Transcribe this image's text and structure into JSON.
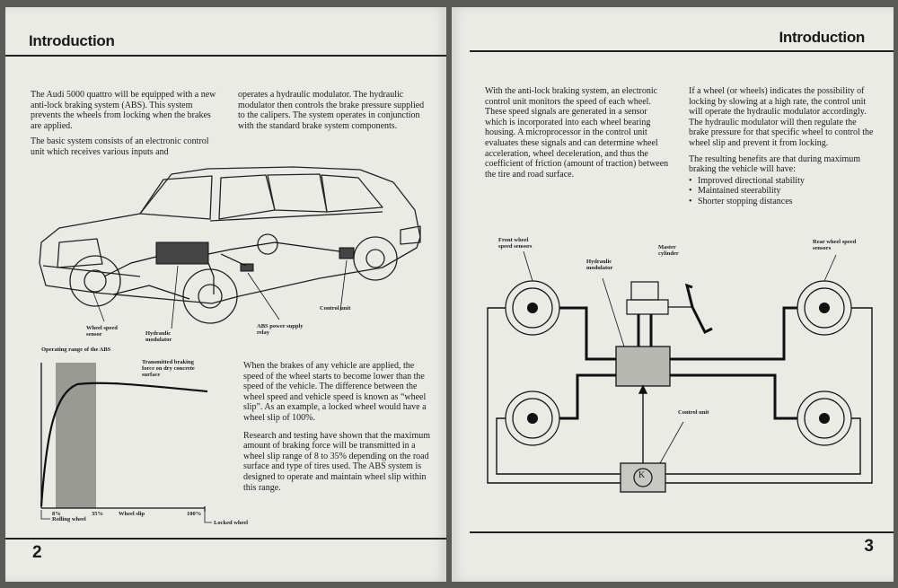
{
  "left_page": {
    "header": "Introduction",
    "page_number": "2",
    "col1": [
      "The Audi 5000 quattro will be equipped with a new anti-lock braking system (ABS). This system prevents the wheels from locking when the brakes are applied.",
      "The basic system consists of an electronic control unit which receives various inputs and"
    ],
    "col2": [
      "operates a hydraulic modulator. The hydraulic modulator then controls the brake pressure supplied to the calipers. The system operates in conjunction with the standard brake system components."
    ],
    "car_labels": {
      "wheel_speed_sensor": "Wheel speed sensor",
      "hydraulic_modulator": "Hydraulic modulator",
      "abs_power_supply_relay": "ABS power supply relay",
      "control_unit": "Control unit"
    },
    "graph": {
      "operating_range": "Operating range of the ABS",
      "transmitted_force": "Transmitted braking force on dry concrete surface",
      "tick_8": "8%",
      "tick_35": "35%",
      "tick_100": "100%",
      "xlabel": "Wheel slip",
      "rolling_wheel": "Rolling wheel",
      "locked_wheel": "Locked wheel"
    },
    "body": [
      "When the brakes of any vehicle are applied, the speed of the wheel starts to become lower than the speed of the vehicle. The difference between the wheel speed and vehicle speed is known as “wheel slip”. As an example, a locked wheel would have a wheel slip of 100%.",
      "Research and testing have shown that the maximum amount of braking force will be transmitted in a wheel slip range of 8 to 35% depending on the road surface and type of tires used. The ABS system is designed to operate and maintain wheel slip within this range."
    ]
  },
  "right_page": {
    "header": "Introduction",
    "page_number": "3",
    "col1": [
      "With the anti-lock braking system, an electronic control unit monitors the speed of each wheel. These speed signals are generated in a sensor which is incorporated into each wheel bearing housing. A microprocessor in the control unit evaluates these signals and can determine wheel acceleration, wheel deceleration, and thus the coefficient of friction (amount of traction) between the tire and road surface."
    ],
    "col2": [
      "If a wheel (or wheels) indicates the possibility of locking by slowing at a high rate, the control unit will operate the hydraulic modulator accordingly. The hydraulic modulator will then regulate the brake pressure for that specific wheel to control the wheel slip and prevent it from locking.",
      "The resulting benefits are that during maximum braking the vehicle will have:"
    ],
    "bullets": [
      "Improved directional stability",
      "Maintained steerability",
      "Shorter stopping distances"
    ],
    "diagram_labels": {
      "front_sensors": "Front wheel speed sensors",
      "hydraulic_modulator": "Hydraulic modulator",
      "master_cylinder": "Master cylinder",
      "rear_sensors": "Rear wheel speed sensors",
      "control_unit": "Control unit",
      "control_unit_symbol": "K"
    }
  }
}
